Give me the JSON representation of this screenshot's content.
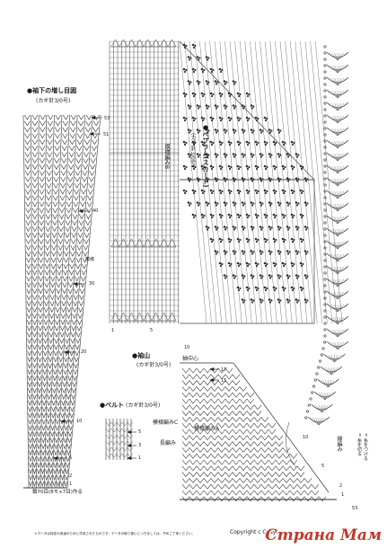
{
  "sleeve_increase": {
    "title": "●袖下の増し目図",
    "hook": "(カギ針3/0号)",
    "row_numbers": [
      "53",
      "51",
      "40",
      "30",
      "20",
      "10",
      "5",
      "2",
      "1"
    ],
    "start_note": "鎖70目(8モ+7目)作る",
    "side_label": "模様"
  },
  "peplum": {
    "title": "●ペプラム(スカート)",
    "hook": "(カギ針3/0号)",
    "pattern_label": "模様編みB"
  },
  "sleeve_cap": {
    "title": "●袖山",
    "hook": "(カギ針3/0号)",
    "center_label": "袖中心",
    "pattern_label": "模様編みA",
    "row_numbers": [
      "17",
      "15",
      "10",
      "5",
      "2",
      "1",
      "53"
    ],
    "bottom_numbers": [
      "10",
      "5",
      "1"
    ]
  },
  "belt": {
    "title": "●ベルト",
    "hook": "(カギ針3/0号)",
    "pattern_label": "模様編みC",
    "length_label": "長編み",
    "row_numbers": [
      "5",
      "3",
      "1"
    ]
  },
  "edging": {
    "label": "縁編み"
  },
  "legend": {
    "item1": "= 糸をつける",
    "item2": "= 糸を切る"
  },
  "footer": {
    "note": "＊データは特定の用途のために作成されたものです。データの取り扱いにつきましては、予めご了承ください。",
    "copyright": "Copyright c Gosyo"
  },
  "watermark": {
    "text": "Страна Мам"
  }
}
